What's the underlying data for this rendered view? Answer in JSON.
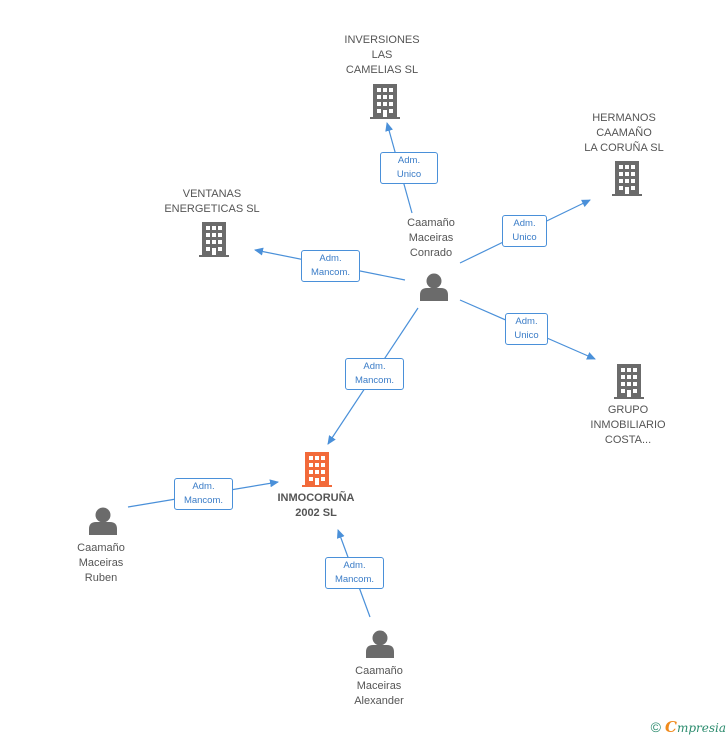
{
  "colors": {
    "edge": "#4a90d9",
    "node_gray": "#6b6b6b",
    "node_main": "#f26a3a"
  },
  "nodes": {
    "inversiones": {
      "line1": "INVERSIONES",
      "line2": "LAS",
      "line3": "CAMELIAS SL"
    },
    "hermanos": {
      "line1": "HERMANOS",
      "line2": "CAAMAÑO",
      "line3": "LA CORUÑA SL"
    },
    "ventanas": {
      "line1": "VENTANAS",
      "line2": "ENERGETICAS SL"
    },
    "grupo": {
      "line1": "GRUPO",
      "line2": "INMOBILIARIO",
      "line3": "COSTA..."
    },
    "inmocoruna": {
      "line1": "INMOCORUÑA",
      "line2": "2002 SL"
    },
    "conrado": {
      "line1": "Caamaño",
      "line2": "Maceiras",
      "line3": "Conrado"
    },
    "ruben": {
      "line1": "Caamaño",
      "line2": "Maceiras",
      "line3": "Ruben"
    },
    "alexander": {
      "line1": "Caamaño",
      "line2": "Maceiras",
      "line3": "Alexander"
    }
  },
  "edges": {
    "inversiones": {
      "line1": "Adm.",
      "line2": "Unico"
    },
    "hermanos": {
      "line1": "Adm.",
      "line2": "Unico"
    },
    "ventanas": {
      "line1": "Adm.",
      "line2": "Mancom."
    },
    "grupo": {
      "line1": "Adm.",
      "line2": "Unico"
    },
    "inmocoruna": {
      "line1": "Adm.",
      "line2": "Mancom."
    },
    "ruben": {
      "line1": "Adm.",
      "line2": "Mancom."
    },
    "alexander": {
      "line1": "Adm.",
      "line2": "Mancom."
    }
  },
  "footer": {
    "copyright": "©",
    "brand_initial": "C",
    "brand_rest": "mpresia"
  }
}
